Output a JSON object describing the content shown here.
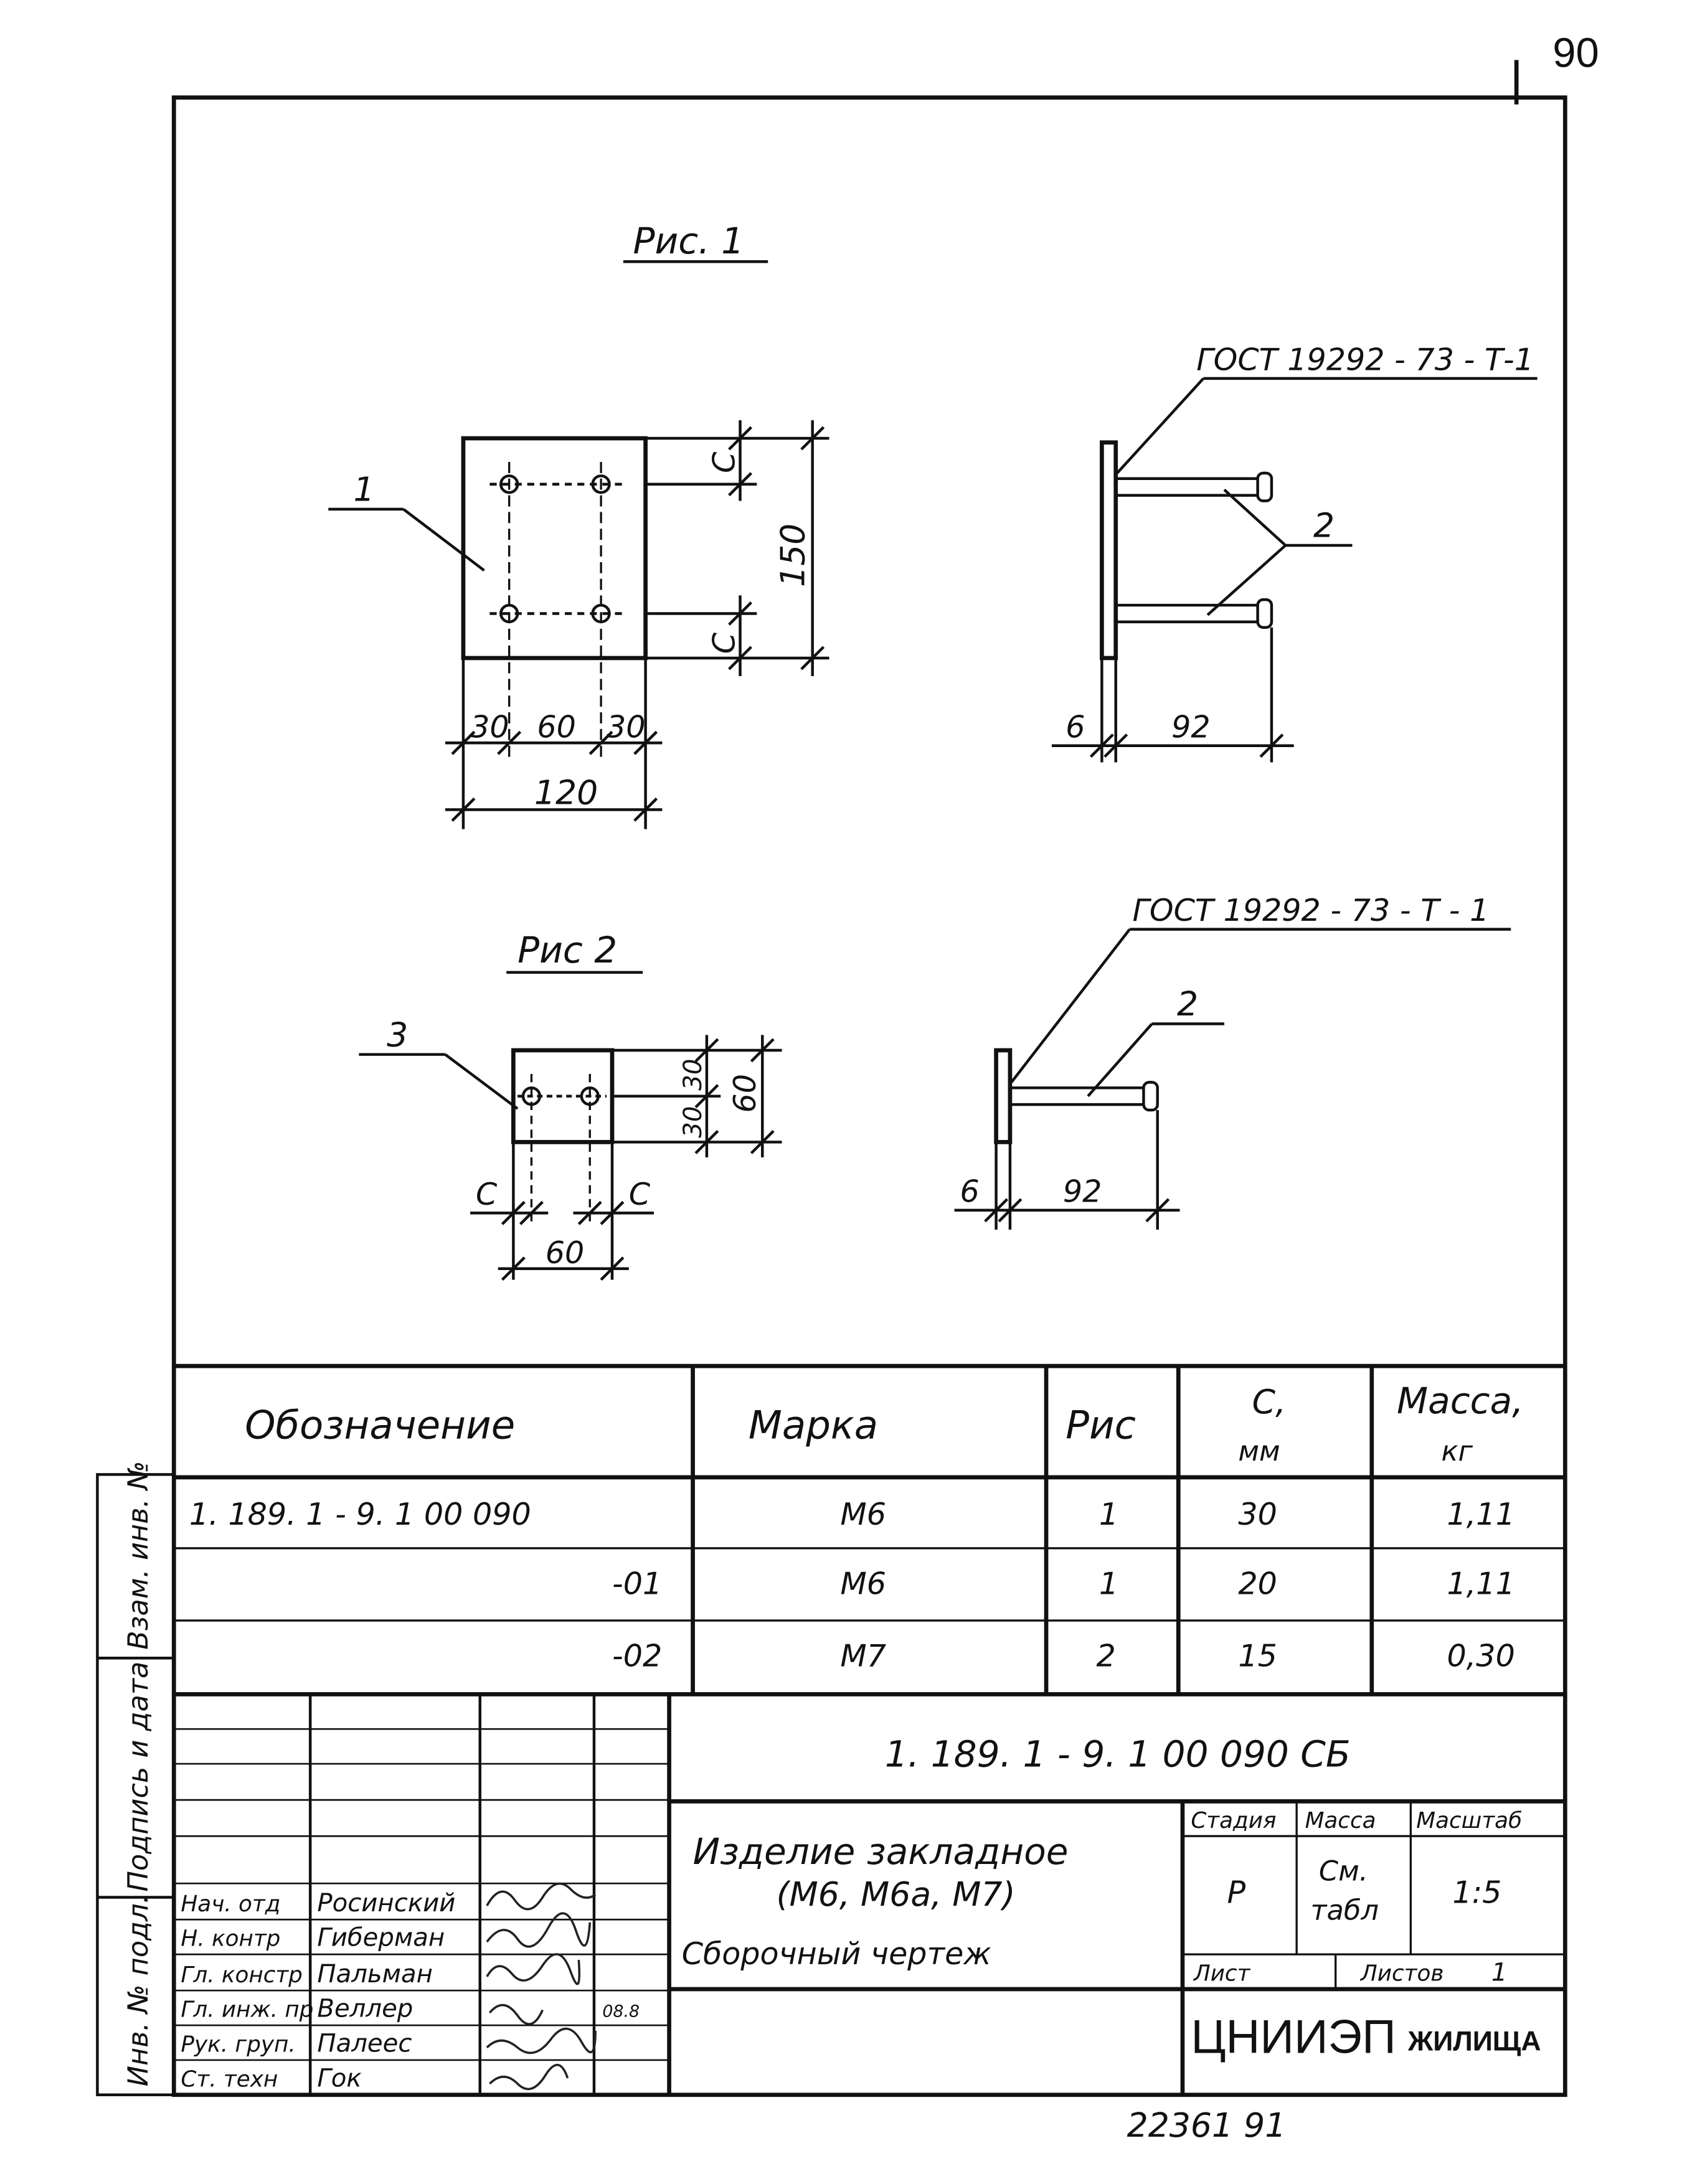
{
  "sheet_number": "90",
  "figure1": {
    "title": "Рис. 1",
    "gost_label": "ГОСТ 19292 - 73 - Т-1",
    "callout_plate": "1",
    "callout_anchor": "2",
    "dim_c_top": "C",
    "dim_c_bottom": "C",
    "dim_height": "150",
    "dim_left": "30",
    "dim_mid": "60",
    "dim_right": "30",
    "dim_width": "120",
    "dim_thickness": "6",
    "dim_length": "92"
  },
  "figure2": {
    "title": "Рис 2",
    "gost_label": "ГОСТ 19292 - 73 - Т - 1",
    "callout_plate": "3",
    "callout_anchor": "2",
    "dim_v1": "30",
    "dim_v2": "30",
    "dim_height": "60",
    "dim_c_left": "C",
    "dim_c_right": "C",
    "dim_width": "60",
    "dim_thickness": "6",
    "dim_length": "92"
  },
  "spec_table": {
    "headers": {
      "designation": "Обозначение",
      "mark": "Марка",
      "fig": "Рис",
      "c_top": "C,",
      "c_bottom": "мм",
      "mass_top": "Масса,",
      "mass_bottom": "кг"
    },
    "rows": [
      {
        "designation": "1. 189. 1 - 9. 1   00 090",
        "mark": "М6",
        "fig": "1",
        "c": "30",
        "mass": "1,11"
      },
      {
        "designation": "-01",
        "mark": "М6",
        "fig": "1",
        "c": "20",
        "mass": "1,11"
      },
      {
        "designation": "-02",
        "mark": "М7",
        "fig": "2",
        "c": "15",
        "mass": "0,30"
      }
    ]
  },
  "title_block": {
    "document_code": "1. 189. 1 - 9. 1   00 090  СБ",
    "name_line1": "Изделие закладное",
    "name_line2": "(М6, М6а, М7)",
    "name_line3": "Сборочный чертеж",
    "stage_label": "Стадия",
    "mass_label": "Масса",
    "scale_label": "Масштаб",
    "stage_value": "Р",
    "mass_value_1": "См.",
    "mass_value_2": "табл",
    "scale_value": "1:5",
    "sheet_label": "Лист",
    "sheets_label": "Листов",
    "sheets_value": "1",
    "organization": "ЦНИИЭП",
    "organization_suffix": "ЖИЛИЩА",
    "roles": [
      "Нач. отд",
      "Н. контр",
      "Гл. констр",
      "Гл. инж. пр",
      "Рук. груп.",
      "Ст. техн"
    ],
    "names": [
      "Росинский",
      "Гиберман",
      "Пальман",
      "Веллер",
      "Палеес",
      "Гок"
    ],
    "date_fragment": "08.8"
  },
  "side_stamp": {
    "inv_no": "Инв. № подл.",
    "signature_date": "Подпись и дата",
    "replaced_inv": "Взам. инв. №"
  },
  "bottom_number": "22361   91"
}
